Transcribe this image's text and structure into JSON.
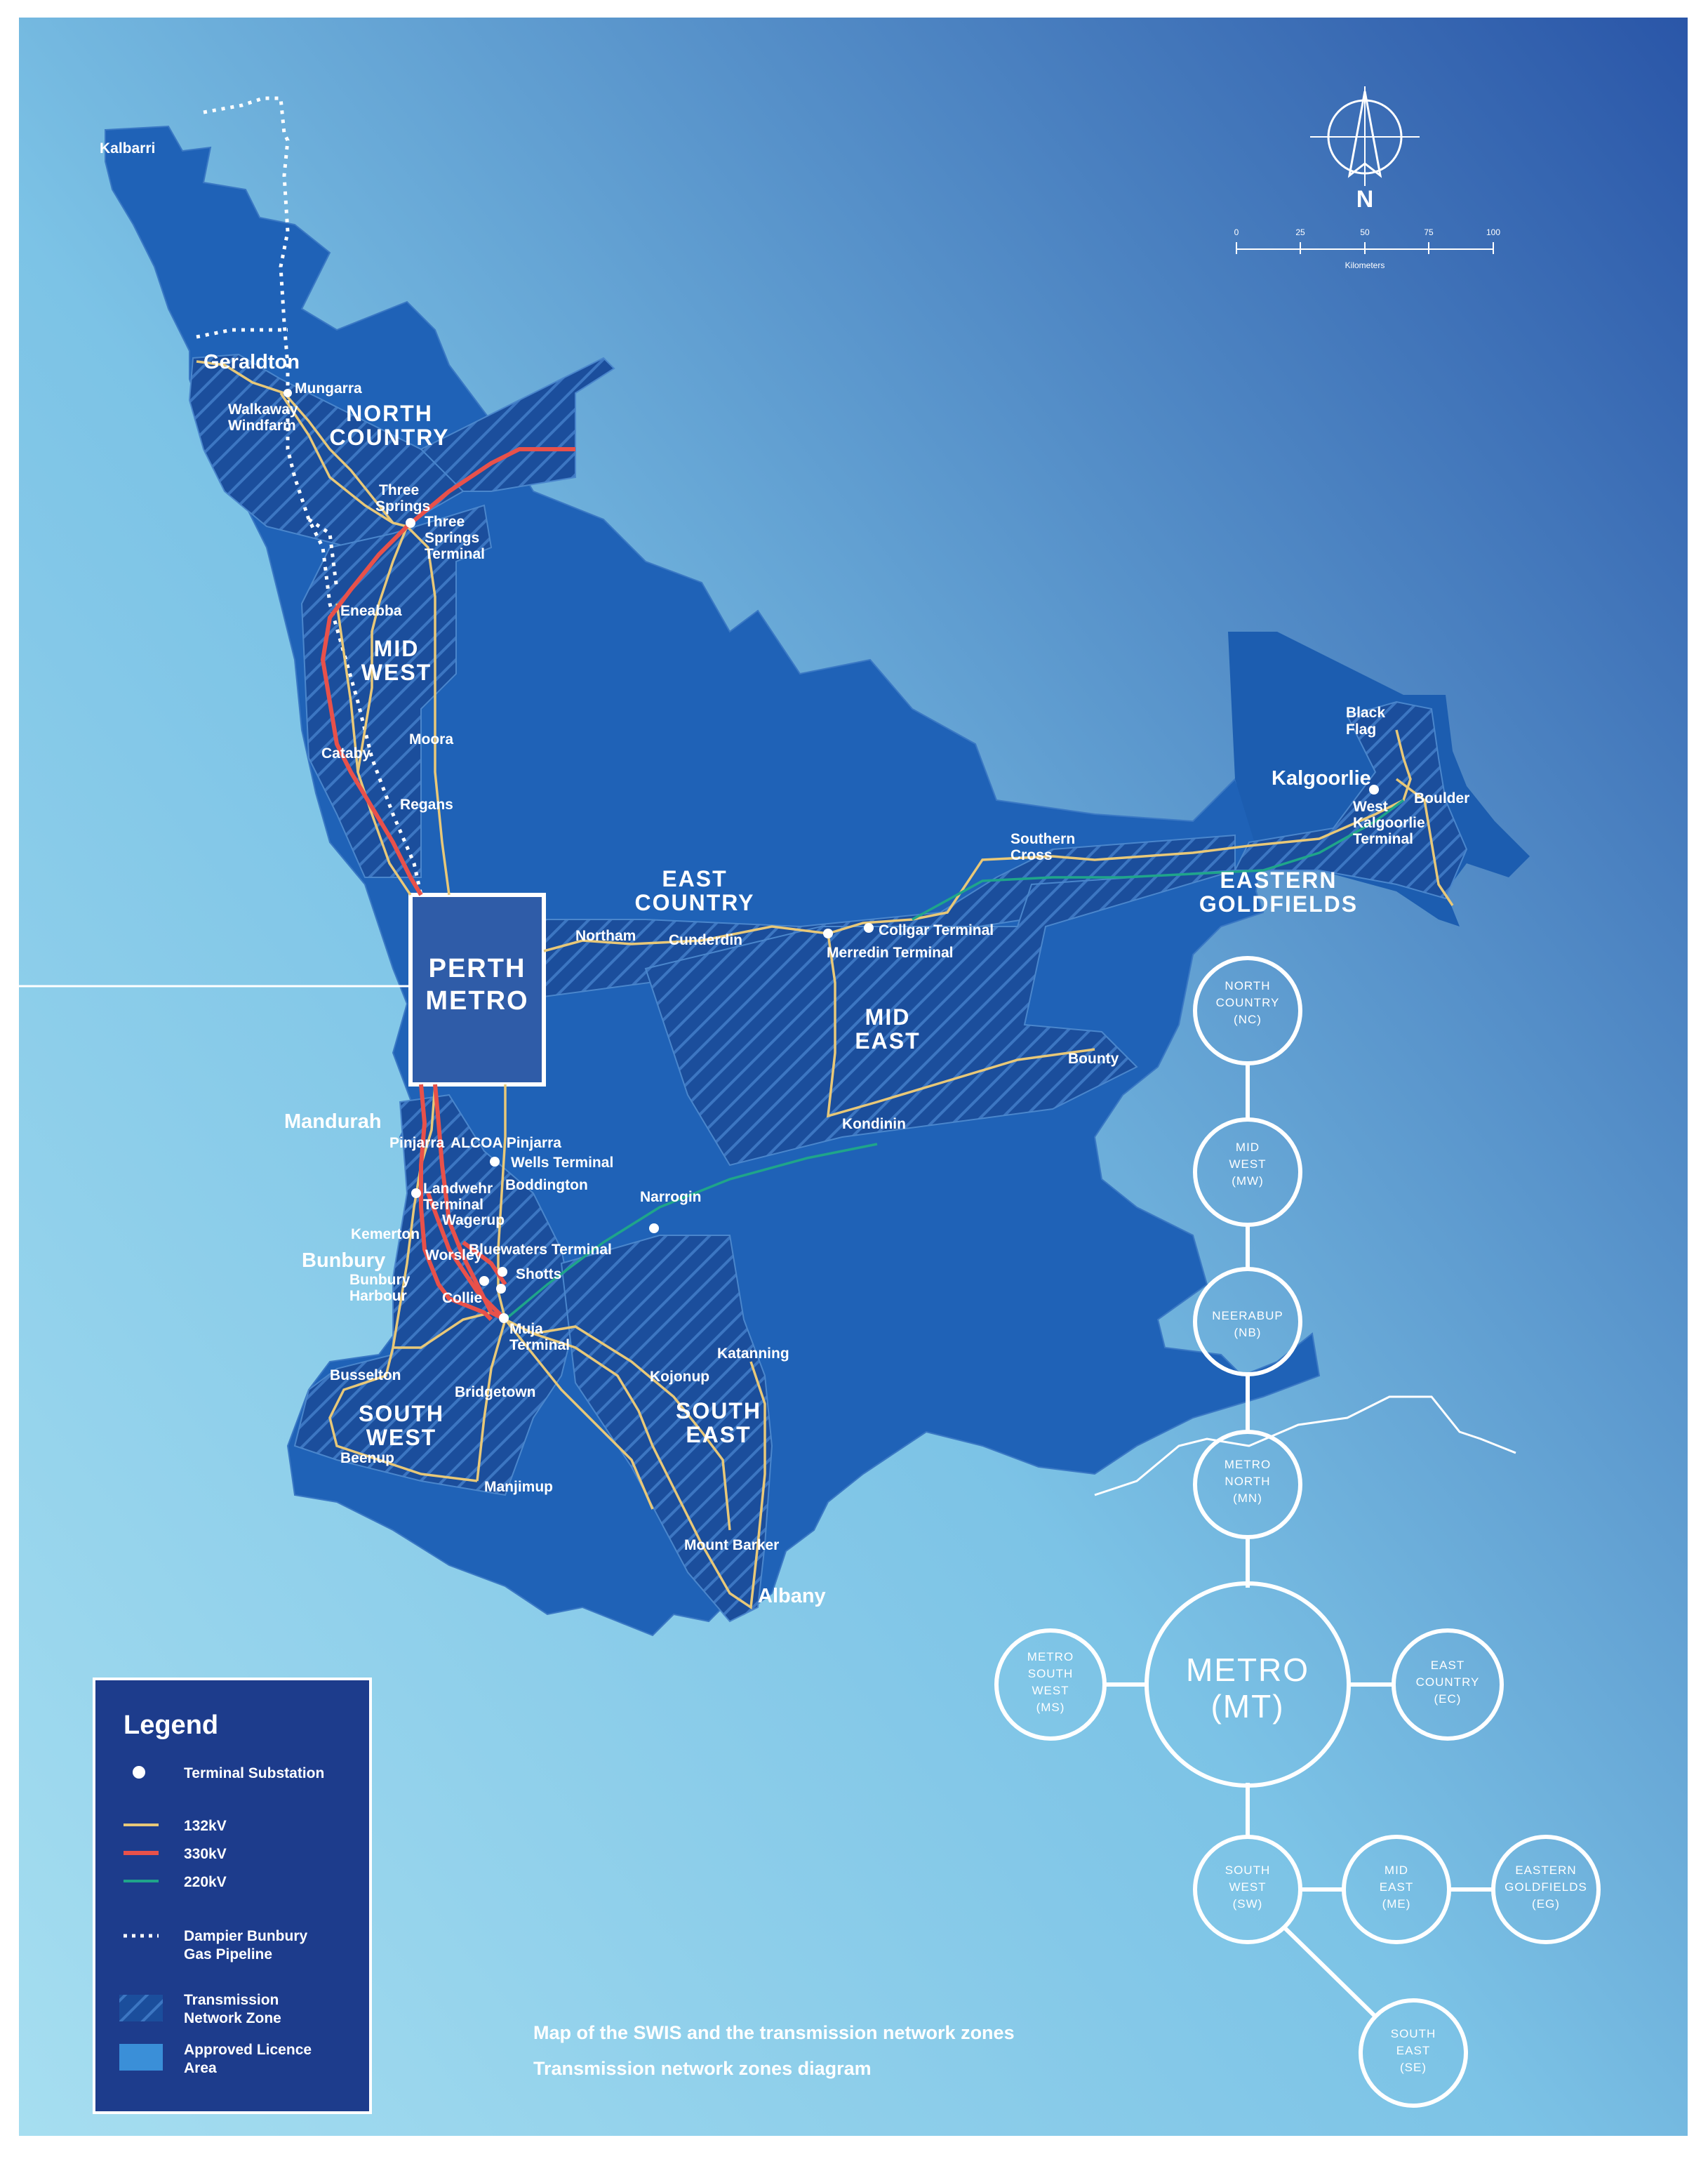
{
  "colors": {
    "sea_light": "#8ed3ec",
    "sea_dark": "#2e5fb0",
    "land": "#1e63b8",
    "zone": "#1a4fa0",
    "perth_box": "#2f5ca8",
    "legend_bg": "#1d3c8c",
    "line_132": "#e8c878",
    "line_330": "#e8514a",
    "line_220": "#1fa58a",
    "pipeline": "#ffffff"
  },
  "map": {
    "compass": {
      "label": "N"
    },
    "scale": {
      "ticks": [
        "0",
        "25",
        "50",
        "75",
        "100"
      ],
      "unit": "Kilometers"
    },
    "perth_box": {
      "line1": "PERTH",
      "line2": "METRO"
    },
    "zones": [
      {
        "id": "north-country",
        "lines": [
          "NORTH",
          "COUNTRY"
        ]
      },
      {
        "id": "mid-west",
        "lines": [
          "MID",
          "WEST"
        ]
      },
      {
        "id": "east-country",
        "lines": [
          "EAST",
          "COUNTRY"
        ]
      },
      {
        "id": "mid-east",
        "lines": [
          "MID",
          "EAST"
        ]
      },
      {
        "id": "eastern-goldfields",
        "lines": [
          "EASTERN",
          "GOLDFIELDS"
        ]
      },
      {
        "id": "south-west",
        "lines": [
          "SOUTH",
          "WEST"
        ]
      },
      {
        "id": "south-east",
        "lines": [
          "SOUTH",
          "EAST"
        ]
      }
    ],
    "places": [
      {
        "id": "kalbarri",
        "text": "Kalbarri"
      },
      {
        "id": "geraldton",
        "text": "Geraldton"
      },
      {
        "id": "mungarra",
        "text": "Mungarra"
      },
      {
        "id": "walkaway",
        "text": "Walkaway"
      },
      {
        "id": "windfarm",
        "text": "Windfarm"
      },
      {
        "id": "three-springs",
        "text": "Three"
      },
      {
        "id": "three-springs-2",
        "text": "Springs"
      },
      {
        "id": "three-springs-t1",
        "text": "Three"
      },
      {
        "id": "three-springs-t2",
        "text": "Springs"
      },
      {
        "id": "three-springs-t3",
        "text": "Terminal"
      },
      {
        "id": "eneabba",
        "text": "Eneabba"
      },
      {
        "id": "moora",
        "text": "Moora"
      },
      {
        "id": "cataby",
        "text": "Cataby"
      },
      {
        "id": "regans",
        "text": "Regans"
      },
      {
        "id": "northam",
        "text": "Northam"
      },
      {
        "id": "cunderdin",
        "text": "Cunderdin"
      },
      {
        "id": "southern-cross-1",
        "text": "Southern"
      },
      {
        "id": "southern-cross-2",
        "text": "Cross"
      },
      {
        "id": "collgar",
        "text": "Collgar Terminal"
      },
      {
        "id": "merredin",
        "text": "Merredin Terminal"
      },
      {
        "id": "bounty",
        "text": "Bounty"
      },
      {
        "id": "kondinin",
        "text": "Kondinin"
      },
      {
        "id": "black-flag-1",
        "text": "Black"
      },
      {
        "id": "black-flag-2",
        "text": "Flag"
      },
      {
        "id": "kalgoorlie",
        "text": "Kalgoorlie"
      },
      {
        "id": "boulder",
        "text": "Boulder"
      },
      {
        "id": "west-kal-1",
        "text": "West"
      },
      {
        "id": "west-kal-2",
        "text": "Kalgoorlie"
      },
      {
        "id": "west-kal-3",
        "text": "Terminal"
      },
      {
        "id": "mandurah",
        "text": "Mandurah"
      },
      {
        "id": "pinjarra",
        "text": "Pinjarra"
      },
      {
        "id": "alcoa-pinjarra",
        "text": "ALCOA Pinjarra"
      },
      {
        "id": "wells-terminal",
        "text": "Wells Terminal"
      },
      {
        "id": "boddington",
        "text": "Boddington"
      },
      {
        "id": "landwehr-1",
        "text": "Landwehr"
      },
      {
        "id": "landwehr-2",
        "text": "Terminal"
      },
      {
        "id": "wagerup",
        "text": "Wagerup"
      },
      {
        "id": "narrogin",
        "text": "Narrogin"
      },
      {
        "id": "kemerton",
        "text": "Kemerton"
      },
      {
        "id": "bunbury",
        "text": "Bunbury"
      },
      {
        "id": "worsley",
        "text": "Worsley"
      },
      {
        "id": "bluewaters",
        "text": "Bluewaters Terminal"
      },
      {
        "id": "shotts",
        "text": "Shotts"
      },
      {
        "id": "bunbury-harbour-1",
        "text": "Bunbury"
      },
      {
        "id": "bunbury-harbour-2",
        "text": "Harbour"
      },
      {
        "id": "collie",
        "text": "Collie"
      },
      {
        "id": "muja-1",
        "text": "Muja"
      },
      {
        "id": "muja-2",
        "text": "Terminal"
      },
      {
        "id": "katanning",
        "text": "Katanning"
      },
      {
        "id": "busselton",
        "text": "Busselton"
      },
      {
        "id": "kojonup",
        "text": "Kojonup"
      },
      {
        "id": "bridgetown",
        "text": "Bridgetown"
      },
      {
        "id": "beenup",
        "text": "Beenup"
      },
      {
        "id": "manjimup",
        "text": "Manjimup"
      },
      {
        "id": "mount-barker",
        "text": "Mount Barker"
      },
      {
        "id": "albany",
        "text": "Albany"
      }
    ]
  },
  "diagram": {
    "nodes": [
      {
        "id": "nc",
        "lines": [
          "NORTH",
          "COUNTRY",
          "(NC)"
        ]
      },
      {
        "id": "mw",
        "lines": [
          "MID",
          "WEST",
          "(MW)"
        ]
      },
      {
        "id": "nb",
        "lines": [
          "NEERABUP",
          "(NB)"
        ]
      },
      {
        "id": "mn",
        "lines": [
          "METRO",
          "NORTH",
          "(MN)"
        ]
      },
      {
        "id": "mt",
        "lines": [
          "METRO",
          "(MT)"
        ]
      },
      {
        "id": "ms",
        "lines": [
          "METRO",
          "SOUTH",
          "WEST",
          "(MS)"
        ]
      },
      {
        "id": "ec",
        "lines": [
          "EAST",
          "COUNTRY",
          "(EC)"
        ]
      },
      {
        "id": "sw",
        "lines": [
          "SOUTH",
          "WEST",
          "(SW)"
        ]
      },
      {
        "id": "me",
        "lines": [
          "MID",
          "EAST",
          "(ME)"
        ]
      },
      {
        "id": "eg",
        "lines": [
          "EASTERN",
          "GOLDFIELDS",
          "(EG)"
        ]
      },
      {
        "id": "se",
        "lines": [
          "SOUTH",
          "EAST",
          "(SE)"
        ]
      }
    ]
  },
  "legend": {
    "title": "Legend",
    "items": [
      {
        "id": "terminal-substation",
        "lines": [
          "Terminal Substation"
        ]
      },
      {
        "id": "132kv",
        "lines": [
          "132kV"
        ]
      },
      {
        "id": "330kv",
        "lines": [
          "330kV"
        ]
      },
      {
        "id": "220kv",
        "lines": [
          "220kV"
        ]
      },
      {
        "id": "gas-pipeline",
        "lines": [
          "Dampier Bunbury",
          "Gas Pipeline"
        ]
      },
      {
        "id": "transmission-zone",
        "lines": [
          "Transmission",
          "Network Zone"
        ]
      },
      {
        "id": "licence-area",
        "lines": [
          "Approved Licence",
          "Area"
        ]
      }
    ]
  },
  "captions": {
    "line1": "Map of the SWIS and the transmission network zones",
    "line2": "Transmission network zones diagram"
  }
}
